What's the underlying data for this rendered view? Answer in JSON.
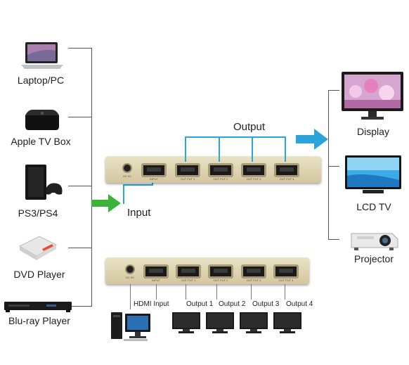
{
  "sources": [
    {
      "label": "Laptop/PC",
      "icon": "laptop-icon"
    },
    {
      "label": "Apple TV Box",
      "icon": "apple-tv-box-icon"
    },
    {
      "label": "PS3/PS4",
      "icon": "game-console-icon"
    },
    {
      "label": "DVD Player",
      "icon": "dvd-player-icon"
    },
    {
      "label": "Blu-ray Player",
      "icon": "bluray-player-icon"
    }
  ],
  "displays": [
    {
      "label": "Display",
      "icon": "monitor-icon"
    },
    {
      "label": "LCD TV",
      "icon": "lcd-tv-icon"
    },
    {
      "label": "Projector",
      "icon": "projector-icon"
    }
  ],
  "flow": {
    "input_label": "Input",
    "output_label": "Output"
  },
  "device_ports": {
    "input": "INPUT",
    "outputs": [
      "OUT PUT 1",
      "OUT PUT 2",
      "OUT PUT 3",
      "OUT PUT 4"
    ],
    "dc": "DC 5V"
  },
  "wiring": {
    "hdmi_input": "HDMI Input",
    "outputs": [
      "Output 1",
      "Output 2",
      "Output 3",
      "Output 4"
    ]
  },
  "colors": {
    "input_arrow": "#3bb33b",
    "output_arrow": "#2aa5dc",
    "panel": "#e3dab8"
  }
}
